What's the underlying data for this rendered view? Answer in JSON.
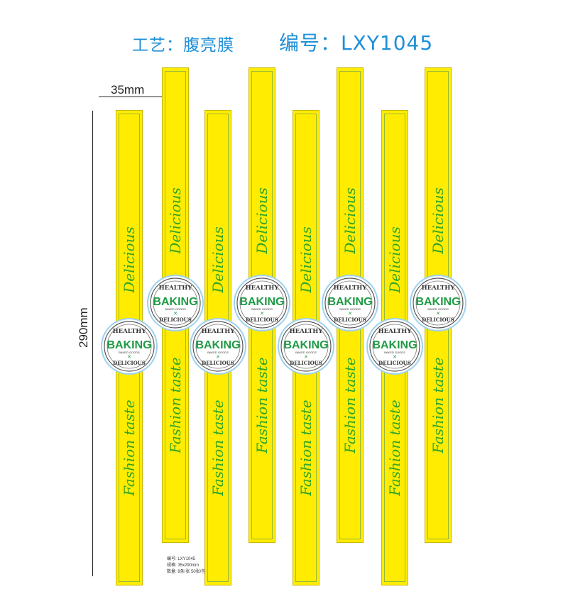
{
  "header": {
    "process": "工艺：腹亮膜",
    "code": "编号：LXY1045"
  },
  "dimensions": {
    "width": "35mm",
    "height": "290mm"
  },
  "strip_text": {
    "top": "Delicious",
    "bottom": "Fashion taste"
  },
  "badge": {
    "top": "HEALTHY",
    "main": "BAKING",
    "sub": "BAKED GOODS",
    "bottom": "DELICIOUS"
  },
  "spec_notes": [
    "编号: LXY1045",
    "规格: 35x290mm",
    "数量: 8条/张 50张/包"
  ],
  "colors": {
    "strip": "#ffec00",
    "text_green": "#2fa52a",
    "title_blue": "#1e8fd8",
    "badge_green": "#1f9b45"
  },
  "strips": [
    {
      "name": "strip-1"
    },
    {
      "name": "strip-2"
    },
    {
      "name": "strip-3"
    },
    {
      "name": "strip-4"
    },
    {
      "name": "strip-5"
    },
    {
      "name": "strip-6"
    },
    {
      "name": "strip-7"
    },
    {
      "name": "strip-8"
    }
  ]
}
